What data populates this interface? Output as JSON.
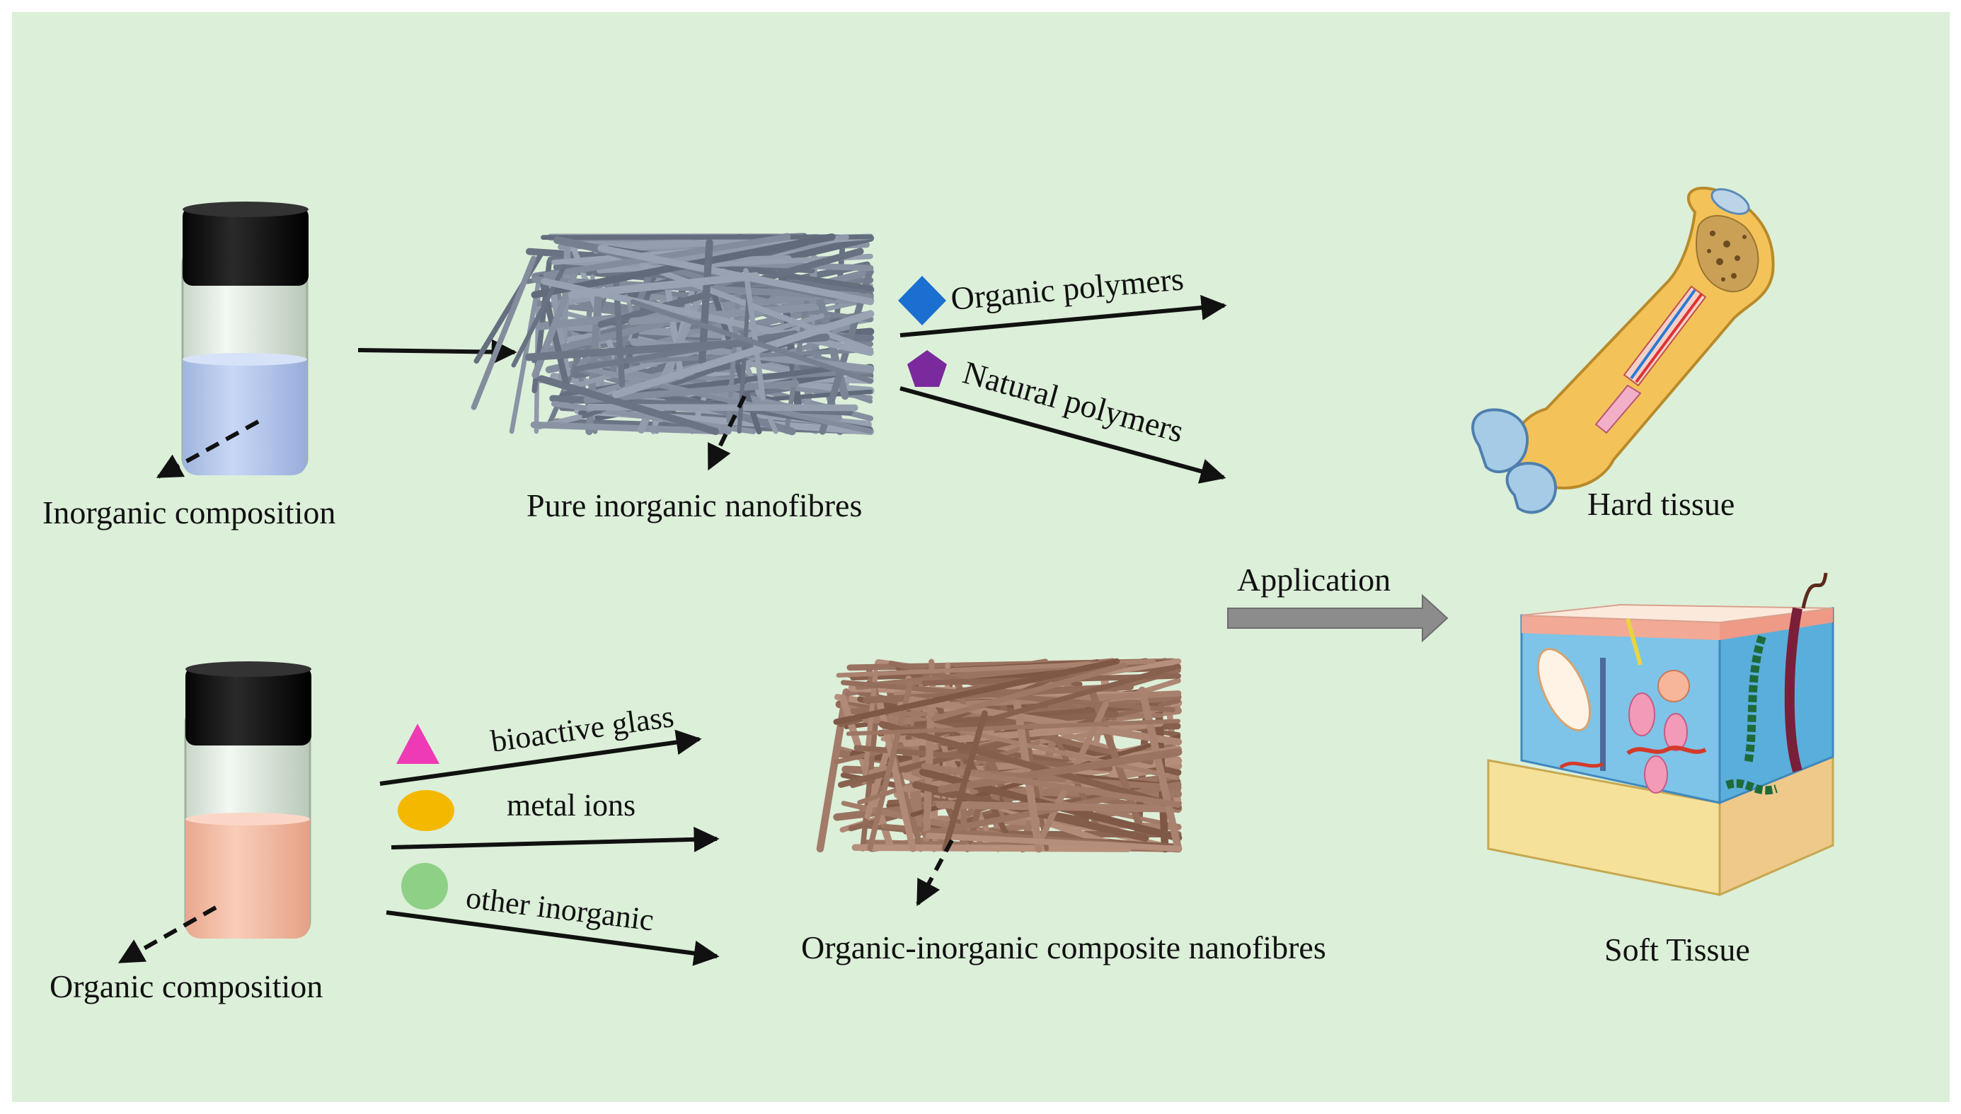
{
  "background": "#dcefd9",
  "labels": {
    "inorganic_composition": "Inorganic composition",
    "organic_composition": "Organic composition",
    "pure_inorganic_nanofibres": "Pure inorganic nanofibres",
    "composite_nanofibres": "Organic-inorganic composite nanofibres",
    "organic_polymers": "Organic polymers",
    "natural_polymers": "Natural polymers",
    "bioactive_glass": "bioactive glass",
    "metal_ions": "metal ions",
    "other_inorganic": "other inorganic",
    "application": "Application",
    "hard_tissue": "Hard tissue",
    "soft_tissue": "Soft Tissue"
  },
  "colors": {
    "inorganic_liquid": "#b4c8ee",
    "organic_liquid": "#f2b9a0",
    "inorganic_fibre": "#7d8797",
    "composite_fibre": "#9a7260",
    "organic_polymer_marker": "#1a6fd0",
    "natural_polymer_marker": "#7a2a9c",
    "bioactive_glass_marker": "#ee3ab4",
    "metal_ions_marker": "#f5b800",
    "other_inorganic_marker": "#8fd087",
    "application_arrow": "#8c8c8c"
  },
  "icons": {
    "inorganic_vial": "vial-icon",
    "organic_vial": "vial-icon",
    "inorganic_mesh": "fibre-mesh-icon",
    "composite_mesh": "fibre-mesh-icon",
    "bone": "bone-icon",
    "skin": "skin-tissue-icon"
  }
}
